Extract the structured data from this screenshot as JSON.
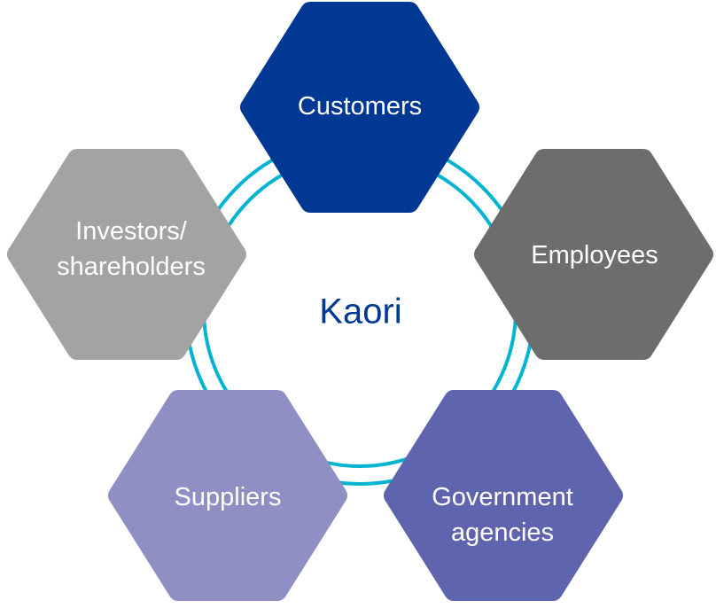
{
  "center": {
    "label": "Kaori",
    "color": "#003893"
  },
  "ring_color": "#00b4d2",
  "nodes": [
    {
      "id": "customers",
      "lines": [
        "Customers"
      ],
      "color": "#003893"
    },
    {
      "id": "employees",
      "lines": [
        "Employees"
      ],
      "color": "#6d6d6d"
    },
    {
      "id": "investors",
      "lines": [
        "Investors/",
        "shareholders"
      ],
      "color": "#a2a3a2"
    },
    {
      "id": "suppliers",
      "lines": [
        "Suppliers"
      ],
      "color": "#8f8fc3"
    },
    {
      "id": "government",
      "lines": [
        "Government",
        "agencies"
      ],
      "color": "#5e64ad"
    }
  ]
}
